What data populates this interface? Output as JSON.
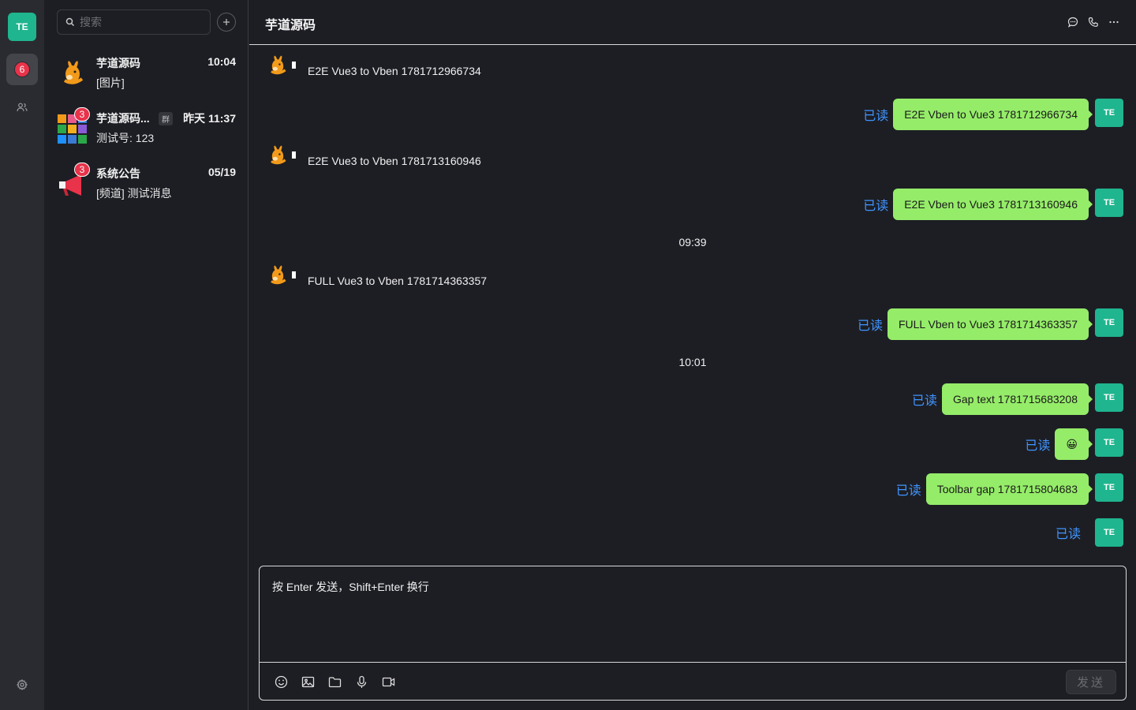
{
  "rail": {
    "avatar_text": "TE",
    "unread_badge": "6"
  },
  "search": {
    "placeholder": "搜索"
  },
  "conversations": [
    {
      "name": "芋道源码",
      "time": "10:04",
      "preview": "[图片]"
    },
    {
      "name": "芋道源码...",
      "tag": "群",
      "time": "昨天 11:37",
      "preview": "测试号: 123",
      "badge": "3"
    },
    {
      "name": "系统公告",
      "time": "05/19",
      "preview": "[频道] 测试消息",
      "badge": "3"
    }
  ],
  "chat": {
    "title": "芋道源码",
    "me_avatar_text": "TE",
    "read_label": "已读",
    "messages": [
      {
        "dir": "in",
        "text": "E2E Vue3 to Vben 1781712966734"
      },
      {
        "dir": "out",
        "text": "E2E Vben to Vue3 1781712966734"
      },
      {
        "dir": "in",
        "text": "E2E Vue3 to Vben 1781713160946"
      },
      {
        "dir": "out",
        "text": "E2E Vben to Vue3 1781713160946"
      },
      {
        "dir": "time",
        "text": "09:39"
      },
      {
        "dir": "in",
        "text": "FULL Vue3 to Vben 1781714363357"
      },
      {
        "dir": "out",
        "text": "FULL Vben to Vue3 1781714363357"
      },
      {
        "dir": "time",
        "text": "10:01"
      },
      {
        "dir": "out",
        "text": "Gap text 1781715683208"
      },
      {
        "dir": "out",
        "text": "😀"
      },
      {
        "dir": "out",
        "text": "Toolbar gap 1781715804683"
      },
      {
        "dir": "out",
        "text": ""
      }
    ]
  },
  "composer": {
    "placeholder": "按 Enter 发送，Shift+Enter 换行",
    "send_label": "发送"
  },
  "colors": {
    "accent": "#1fb58f",
    "bubble": "#95ec69",
    "read": "#3f95ff",
    "badge": "#e8334a"
  }
}
